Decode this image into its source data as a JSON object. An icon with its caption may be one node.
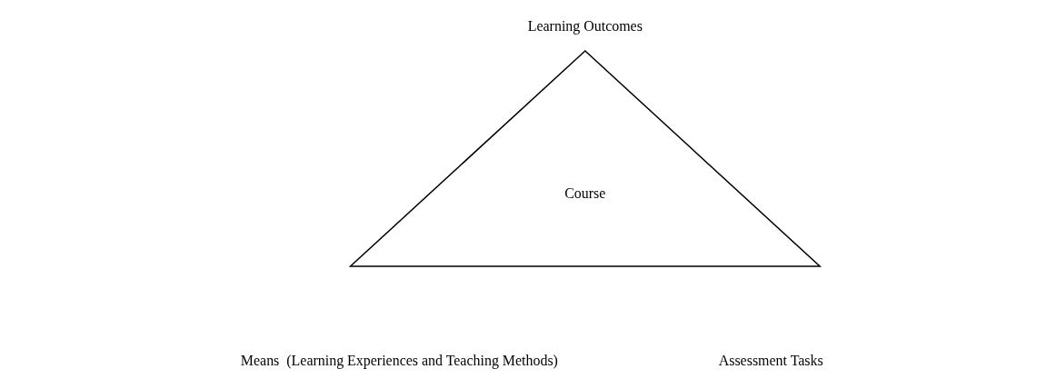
{
  "diagram": {
    "nodes": [
      {
        "text": [
          "Course"
        ]
      }
    ],
    "labels": [
      "Learning Outcomes",
      "Means  (Learning Experiences and Teaching Methods)",
      "Assessment Tasks"
    ]
  }
}
